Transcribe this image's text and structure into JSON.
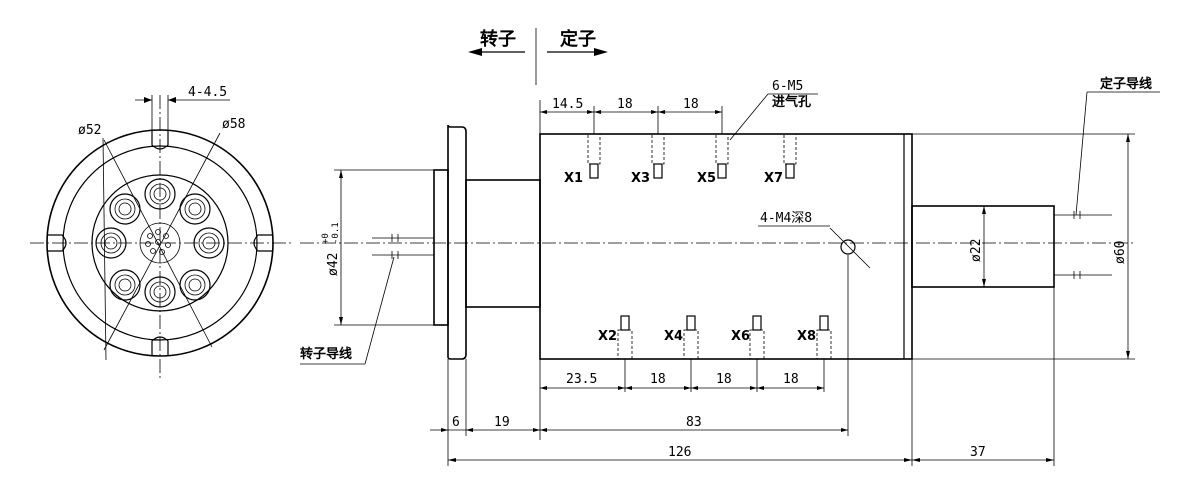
{
  "direction": {
    "rotor": "转子",
    "stator": "定子"
  },
  "labels": {
    "stator_lead": "定子导线",
    "rotor_lead": "转子导线",
    "air_inlet": "进气孔",
    "port_thread": "6-M5",
    "mount_hole": "4-M4深8"
  },
  "ports": [
    "X1",
    "X3",
    "X5",
    "X7",
    "X2",
    "X4",
    "X6",
    "X8"
  ],
  "end_view": {
    "slot": "4-4.5",
    "d_inner": "ø52",
    "d_outer": "ø58"
  },
  "dimensions": {
    "top_spacing": [
      "14.5",
      "18",
      "18"
    ],
    "bottom_spacing": [
      "23.5",
      "18",
      "18",
      "18"
    ],
    "flange": "6",
    "neck": "19",
    "body": "83",
    "overall": "126",
    "tail": "37",
    "d42": "ø42",
    "d42_tol_upper": "+0",
    "d42_tol_lower": "-0.1",
    "d22": "ø22",
    "d60": "ø60"
  }
}
